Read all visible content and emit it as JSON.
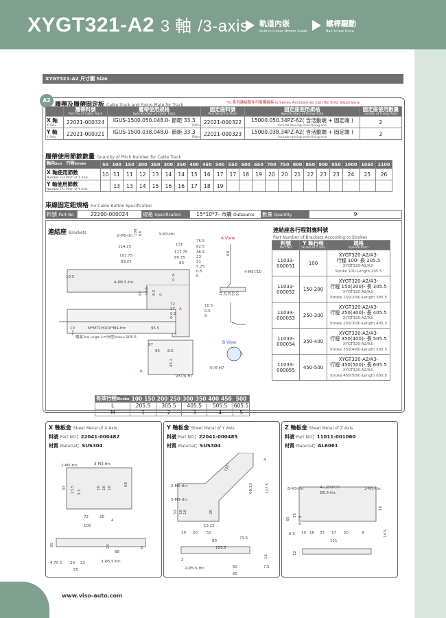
{
  "header": {
    "model": "XYGT321-A2",
    "axis_cn": "3 軸",
    "axis_en": "/3-axis",
    "nav": [
      {
        "cn": "軌道內嵌",
        "en": "Built-in Linear Motion Guide"
      },
      {
        "cn": "螺桿驅動",
        "en": "Ball Screw Drive"
      }
    ]
  },
  "section_title": "XYGT321-A2 尺寸圖 Size",
  "badge": "A2",
  "track": {
    "title_cn": "履帶及履帶固定板",
    "title_en": "Cable Track and Fixing Plate for Track",
    "note": "*G 系列連結配件可單獨銷售 G Series Accessories Can Be Sold Separately",
    "headers": [
      {
        "cn": "履帶料號",
        "en": "Part No of Cable Track"
      },
      {
        "cn": "履帶使用規格",
        "en": "Specification of Cable Track"
      },
      {
        "cn": "固定座料號",
        "en": "Part No of Fix Plate"
      },
      {
        "cn": "固定座使用規格",
        "en": "Specification of Fixing Plate"
      },
      {
        "cn": "固定座使用數量",
        "en": "Uantity of Fixing Plate"
      }
    ],
    "rows": [
      {
        "axis": "X 軸",
        "axis_en": "X Axis",
        "pn": "22021-000324",
        "spec": "IGUS-1500.050.048.0- 節距 33.3",
        "pitch": "Pitch",
        "fix": "22021-000322",
        "fspec": "15000.050.34PZ-A2( 含活動端 + 固定端 )",
        "finc": "Include moving end+fixing end",
        "qty": "2"
      },
      {
        "axis": "Y 軸",
        "axis_en": "Y Axis",
        "pn": "22021-000321",
        "spec": "IGUS-1500.038.048.0- 節距 33.3",
        "pitch": "Pitch",
        "fix": "22021-000323",
        "fspec": "15000.038.34PZ-A2( 含活動端 + 固定端 )",
        "finc": "Include moving end+fixing end",
        "qty": "2"
      }
    ]
  },
  "pitch": {
    "title_cn": "履帶使用節數數量",
    "title_en": "Quantity of Pitch Number for Cable Track",
    "stroke_cn": "行程",
    "stroke_en": "Stroke",
    "axis_cn": "軸向",
    "axis_en": "Axis",
    "strokes": [
      "50",
      "100",
      "150",
      "200",
      "250",
      "300",
      "350",
      "400",
      "450",
      "500",
      "550",
      "600",
      "650",
      "700",
      "750",
      "800",
      "850",
      "900",
      "950",
      "1000",
      "1050",
      "1100"
    ],
    "x_label": "X 軸使用節數",
    "x_label_en": "Number For Pitch of X Axis",
    "x_vals": [
      "10",
      "11",
      "11",
      "12",
      "13",
      "14",
      "14",
      "15",
      "16",
      "17",
      "17",
      "18",
      "19",
      "20",
      "20",
      "21",
      "22",
      "23",
      "23",
      "24",
      "25",
      "26"
    ],
    "y_label": "Y 軸使用節數",
    "y_label_en": "Number For Pitch of Y Axis",
    "y_vals": [
      "",
      "13",
      "13",
      "14",
      "15",
      "16",
      "16",
      "17",
      "18",
      "19"
    ]
  },
  "button": {
    "title_cn": "束線固定鈕規格",
    "title_en": "Fix Cable Button Specification",
    "pn_label": "料號",
    "pn_label_en": "Part No",
    "pn": "22200-000024",
    "spec_label": "規格",
    "spec_label_en": "Specification",
    "spec": "15*10*7- 市購",
    "spec_en": "Outsource",
    "qty_label": "數量",
    "qty_label_en": "Quantity",
    "qty": "9"
  },
  "brackets": {
    "title_cn": "連結座",
    "title_en": "Brackets",
    "a_view": "A  View",
    "b_view": "B View",
    "dims": [
      "2-M5-thr.",
      "108",
      "68",
      "3-M3-thr.",
      "114.25",
      "101.75",
      "89.25",
      "19.5",
      "4-Ø6.5-thr.",
      "131",
      "117.75",
      "85.75",
      "83",
      "8",
      "0",
      "82",
      "73.5",
      "8.5",
      "0",
      "72",
      "27",
      "0.5",
      "0",
      "75.5",
      "62.5",
      "36.5",
      "23",
      "21",
      "5.25",
      "0.5",
      "0",
      "60",
      "16",
      "25",
      "30",
      "55",
      "97",
      "4-M5▽10",
      "10.5",
      "0.5",
      "0",
      "10",
      "M*PITCH100*M4-thr.",
      "95.5",
      "97",
      "65",
      "8.5",
      "45.2",
      "Ø5▽6 H7",
      "5▽6 H7",
      "1",
      "A",
      "B"
    ],
    "total_cn": "總長",
    "total_en": "Total Length",
    "total_formula": "L=行程",
    "total_stroke_en": "Stroke",
    "total_add": "+105.5"
  },
  "eff": {
    "label_cn": "有效行程",
    "label_en": "Stroke",
    "cols": [
      "100",
      "150",
      "200",
      "250",
      "300",
      "350",
      "400",
      "450",
      "500"
    ],
    "L": [
      "205.5",
      "305.5",
      "405.5",
      "505.5",
      "605.5"
    ],
    "M": [
      "1",
      "2",
      "3",
      "4",
      "5"
    ],
    "L_label": "L",
    "M_label": "M"
  },
  "mapping": {
    "title_cn": "連結座各行程對應料號",
    "title_en": "Part Number of Brackets According to Strokes",
    "h1": "料號",
    "h1_en": "Part NO",
    "h2": "Y 軸行程",
    "h2_en": "Stroke of Y axis",
    "h3": "規格",
    "h3_en": "Specification",
    "rows": [
      {
        "pn": "11033-000051",
        "stroke": "100",
        "spec1": "XYGT320-A2/A3-",
        "spec2": "行程 100- 長 205.5",
        "spec3": "XYGT320-A2/A3-",
        "spec4": "Stroke 100-Length 205.5"
      },
      {
        "pn": "11033-000052",
        "stroke": "150-200",
        "spec1": "XYGT320-A2/A3-",
        "spec2": "行程 150(200)- 長 305.5",
        "spec3": "XYGT320-A2/A3-",
        "spec4": "Stroke 150(200)-Length 305.5"
      },
      {
        "pn": "11033-000053",
        "stroke": "250-300",
        "spec1": "XYGT320-A2/A3-",
        "spec2": "行程 250(300)- 長 405.5",
        "spec3": "XYGT320-A2/A3-",
        "spec4": "Stroke 250(300)-Length 405.5"
      },
      {
        "pn": "11033-000054",
        "stroke": "350-400",
        "spec1": "XYGT320-A2/A3-",
        "spec2": "行程 350(400)- 長 505.5",
        "spec3": "XYGT320-A2/A3-",
        "spec4": "Stroke 350(400)-Length 505.5"
      },
      {
        "pn": "11033-000055",
        "stroke": "450-500",
        "spec1": "XYGT320-A2/A3-",
        "spec2": "行程 450(500)- 長 605.5",
        "spec3": "XYGT320-A2/A3-",
        "spec4": "Stroke 450(500)-Length 605.5"
      }
    ]
  },
  "plates": [
    {
      "title_cn": "X 軸板金",
      "title_en": "Sheet Metal of X Axis",
      "pn_label": "料號",
      "pn_label_en": "Part NO",
      "pn": "22041-000482",
      "mat_label": "材質",
      "mat_label_en": "Material",
      "mat": "SUS304",
      "dims": [
        "2-M5-thr.",
        "3-M3-thr.",
        "37",
        "23.5",
        "3.5",
        "16",
        "16",
        "16",
        "68",
        "72",
        "20",
        "4",
        "100",
        "25",
        "25",
        "2",
        "68",
        "4.75",
        "5",
        "20",
        "22",
        "3-Ø5.5-thr.",
        "55"
      ]
    },
    {
      "title_cn": "Y 軸板金",
      "title_en": "Sheet Metal of Y Axis",
      "pn_label": "料號",
      "pn_label_en": "Part NO",
      "pn": "22041-000485",
      "mat_label": "材質",
      "mat_label_en": "Material",
      "mat": "SUS304",
      "dims": [
        "135°",
        "4",
        "2-M5-thr.",
        "3-M3-thr.",
        "68.13",
        "127.5",
        "52",
        "16",
        "16",
        "25",
        "13.25",
        "10",
        "20",
        "52",
        "80",
        "73.5",
        "153.5",
        "2",
        "2-Ø5.5-thr.",
        "50",
        "16",
        "65",
        "7.5"
      ]
    },
    {
      "title_cn": "Z 軸板金",
      "title_en": "Sheet Metal of Z Axis",
      "pn_label": "料號",
      "pn_label_en": "Part NO",
      "pn": "11011-001060",
      "mat_label": "材質",
      "mat_label_en": "Material",
      "mat": "AL6061",
      "dims": [
        "8-M3-thr.",
        "4-⌴Ø10▽5",
        "Ø5.5-thr.",
        "2-M5-thr.",
        "65",
        "35",
        "8",
        "8",
        "36",
        "6.5",
        "10",
        "16",
        "33",
        "17",
        "50",
        "9",
        "14.5",
        "151",
        "12"
      ]
    }
  ],
  "footer": {
    "url": "www.viso-auto.com"
  },
  "colors": {
    "brand": "#7f9f8f",
    "band": "#d9e6dd",
    "header_gray": "#6f6f6f"
  }
}
